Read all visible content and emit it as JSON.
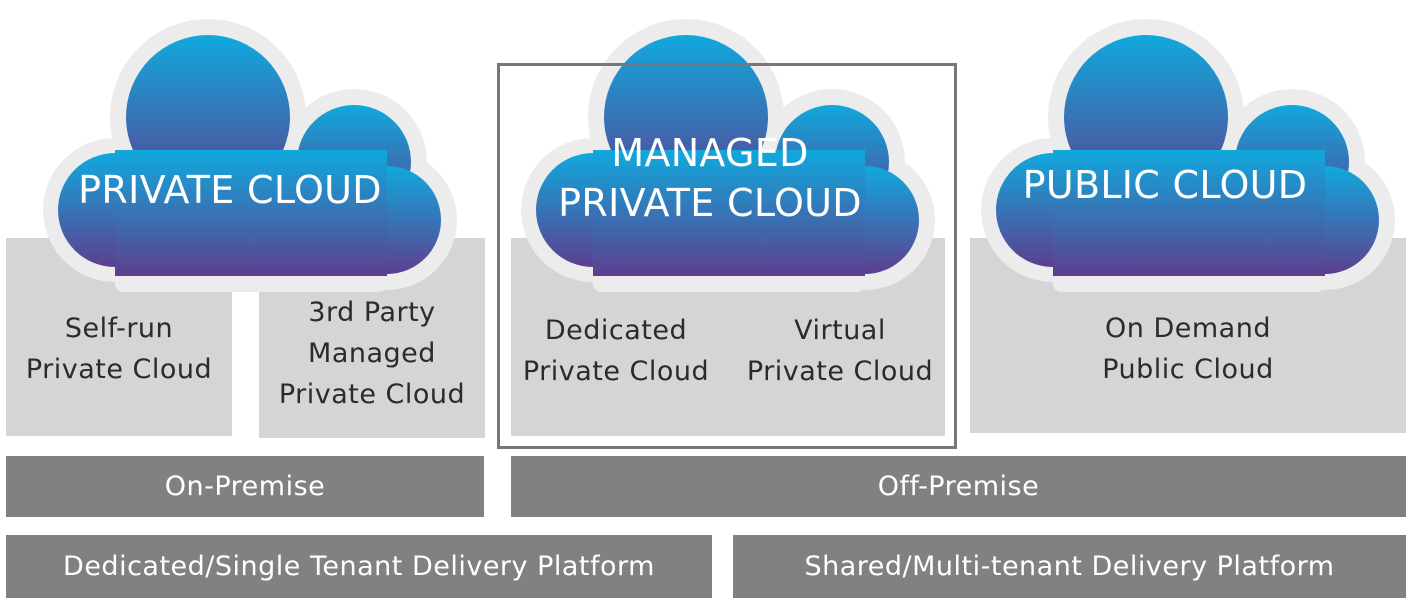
{
  "colors": {
    "cloud_top": "#10a9dd",
    "cloud_bottom": "#5d3f8f",
    "box_fill": "#d5d4d6",
    "bar_fill": "#818181",
    "frame": "#777777"
  },
  "clouds": {
    "private": "PRIVATE CLOUD",
    "managed_line1": "MANAGED",
    "managed_line2": "PRIVATE CLOUD",
    "public": "PUBLIC CLOUD"
  },
  "boxes": {
    "self_run": {
      "line1": "Self-run",
      "line2": "Private Cloud"
    },
    "third_party": {
      "line1": "3rd Party",
      "line2": "Managed",
      "line3": "Private Cloud"
    },
    "dedicated": {
      "line1": "Dedicated",
      "line2": "Private Cloud"
    },
    "virtual": {
      "line1": "Virtual",
      "line2": "Private Cloud"
    },
    "on_demand": {
      "line1": "On Demand",
      "line2": "Public Cloud"
    }
  },
  "bars": {
    "on_premise": "On-Premise",
    "off_premise": "Off-Premise",
    "dedicated_platform": "Dedicated/Single Tenant Delivery Platform",
    "shared_platform": "Shared/Multi-tenant Delivery Platform"
  }
}
